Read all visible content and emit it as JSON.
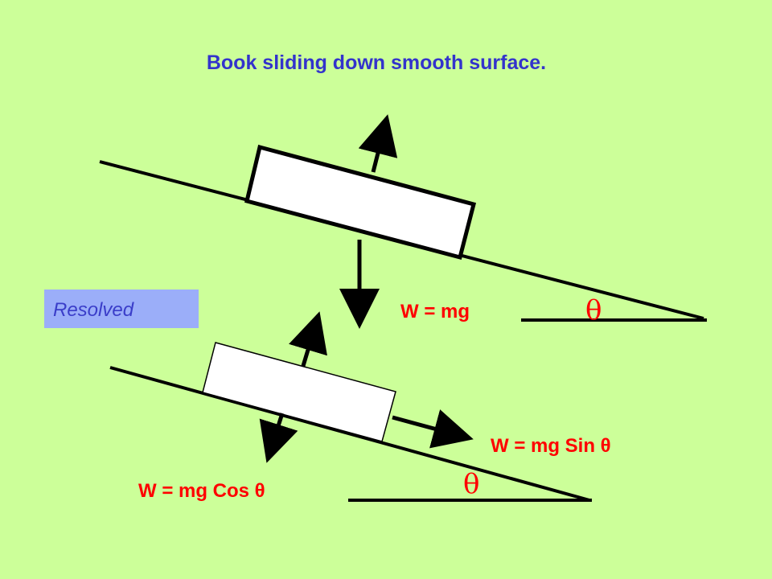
{
  "title": "Book sliding down smooth surface.",
  "resolved_label": "Resolved",
  "weight_label": "W = mg",
  "theta_top": "θ",
  "theta_bottom": "θ",
  "parallel_label": "W = mg Sin θ",
  "perpendicular_label": "W = mg Cos θ",
  "colors": {
    "background": "#ccff99",
    "title": "#3333cc",
    "labels": "#ff0000",
    "resolved_box": "#99aaff",
    "lines": "#000000",
    "book": "#ffffff"
  }
}
